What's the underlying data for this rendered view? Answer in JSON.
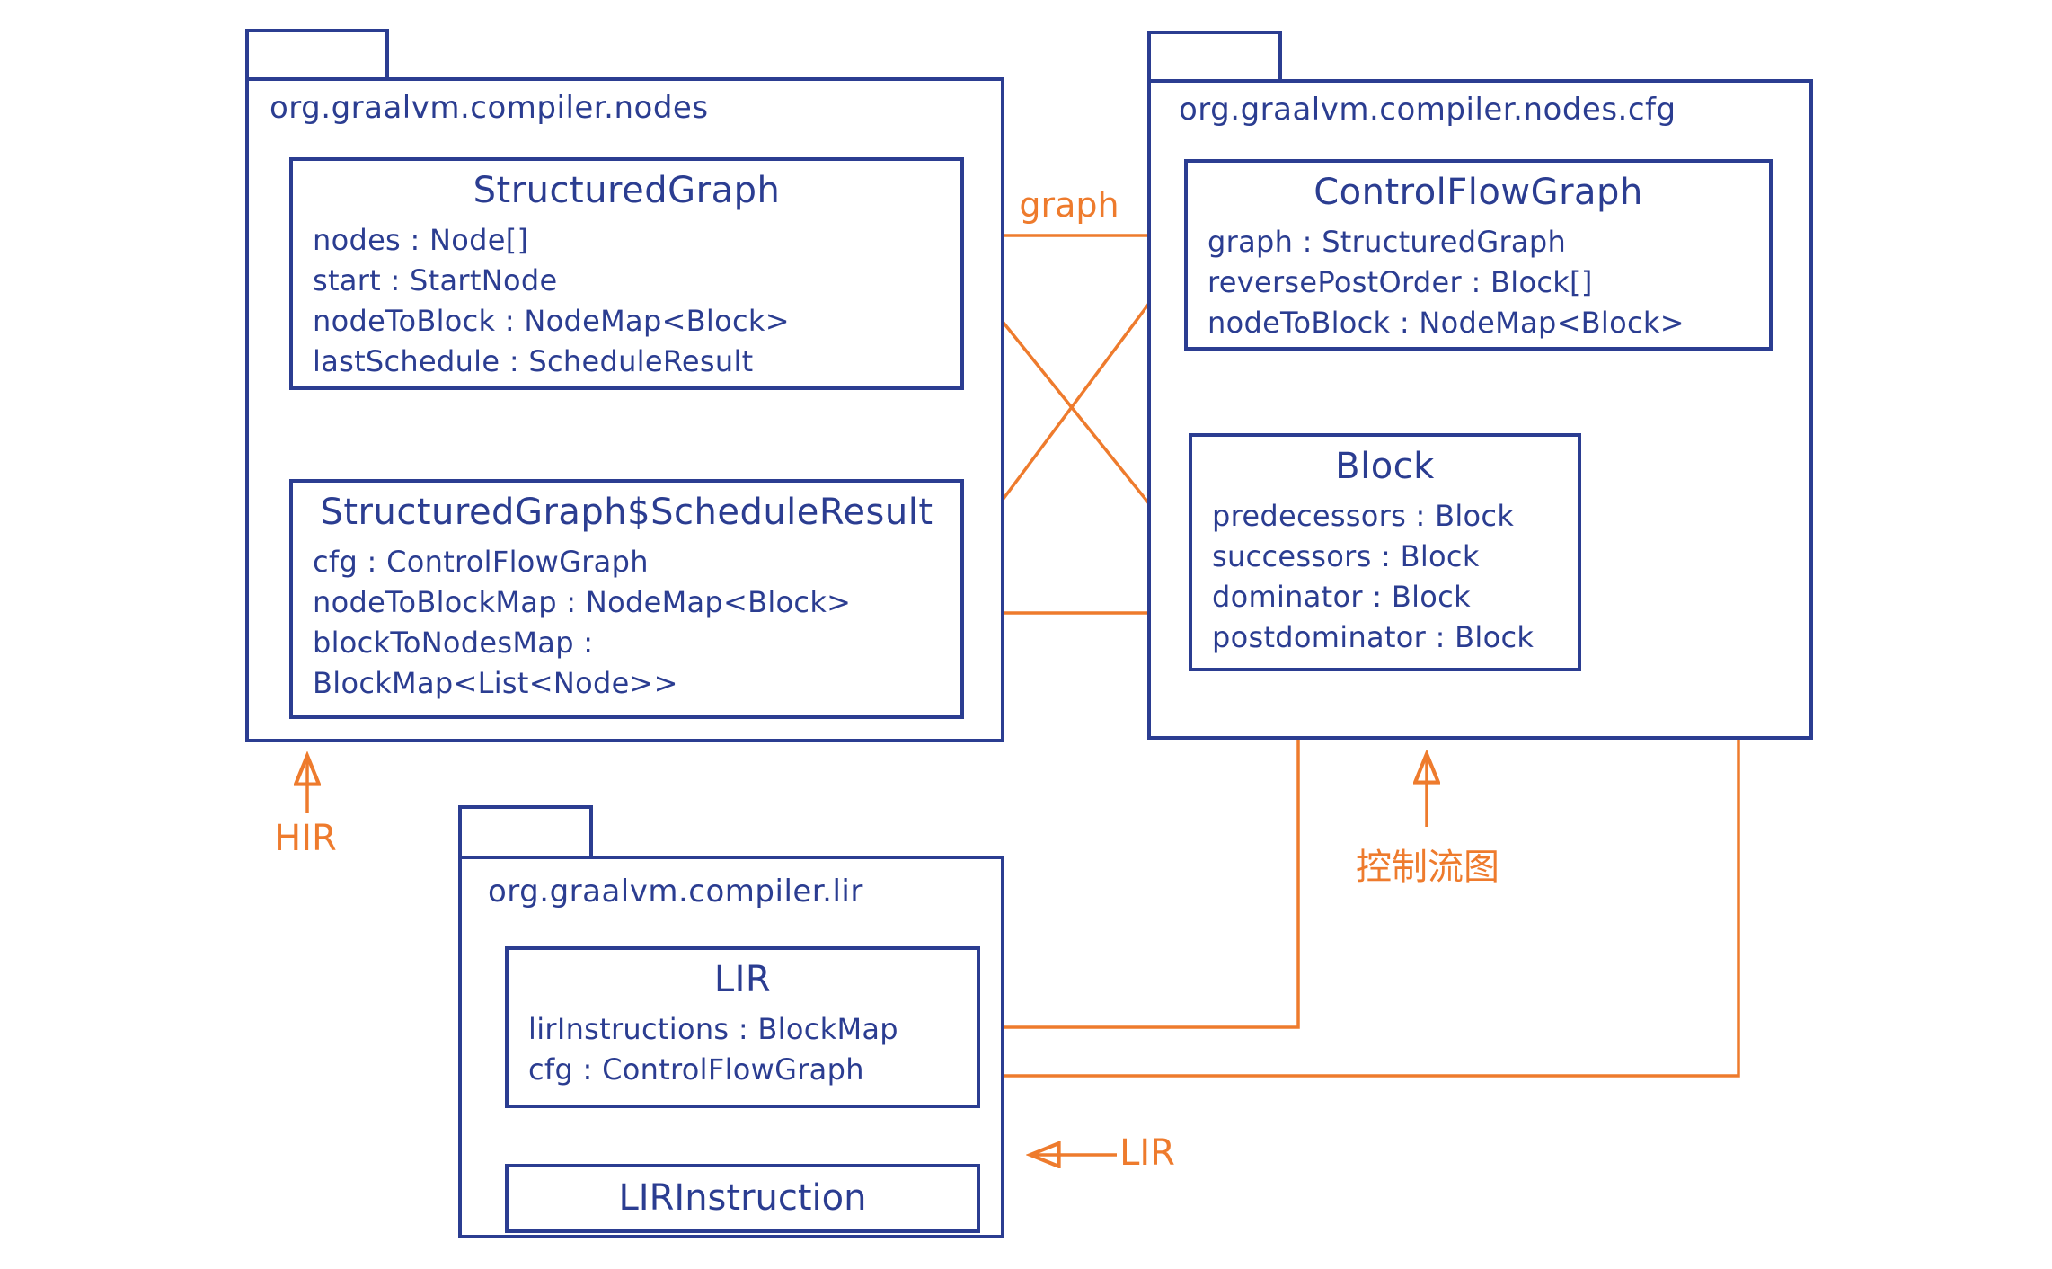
{
  "diagram": {
    "packages": {
      "nodes": {
        "title": "org.graalvm.compiler.nodes",
        "classes": {
          "structured_graph": {
            "name": "StructuredGraph",
            "attributes": [
              "nodes : Node[]",
              "start : StartNode",
              "nodeToBlock : NodeMap<Block>",
              "lastSchedule : ScheduleResult"
            ]
          },
          "schedule_result": {
            "name": "StructuredGraph$ScheduleResult",
            "attributes": [
              "cfg : ControlFlowGraph",
              "nodeToBlockMap : NodeMap<Block>",
              "blockToNodesMap :",
              "BlockMap<List<Node>>"
            ]
          }
        }
      },
      "nodes_cfg": {
        "title": "org.graalvm.compiler.nodes.cfg",
        "classes": {
          "control_flow_graph": {
            "name": "ControlFlowGraph",
            "attributes": [
              "graph : StructuredGraph",
              "reversePostOrder : Block[]",
              "nodeToBlock : NodeMap<Block>"
            ]
          },
          "block": {
            "name": "Block",
            "attributes": [
              "predecessors : Block",
              "successors : Block",
              "dominator : Block",
              "postdominator : Block"
            ]
          }
        }
      },
      "lir": {
        "title": "org.graalvm.compiler.lir",
        "classes": {
          "lir": {
            "name": "LIR",
            "attributes": [
              "lirInstructions : BlockMap",
              "cfg : ControlFlowGraph"
            ]
          },
          "lir_instruction": {
            "name": "LIRInstruction",
            "attributes": []
          }
        }
      }
    },
    "edge_labels": {
      "graph": "graph",
      "hir": "HIR",
      "control_flow_chinese": "控制流图",
      "lir": "LIR"
    },
    "colors": {
      "diagram_blue": "#2b3d91",
      "arrow_orange": "#ee7b2d",
      "background": "#ffffff"
    }
  }
}
